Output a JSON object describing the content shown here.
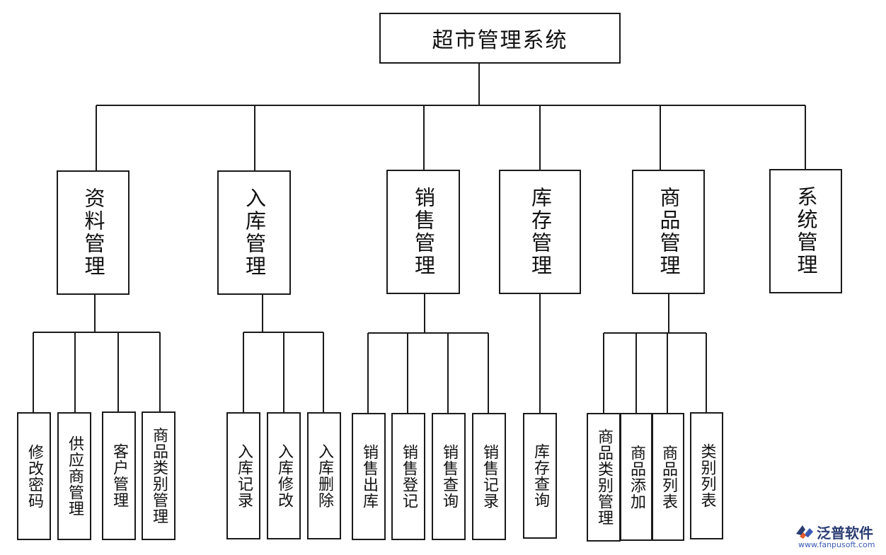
{
  "root": {
    "label": "超市管理系统"
  },
  "modules": [
    {
      "label": "资料管理",
      "children": [
        "修改密码",
        "供应商管理",
        "客户管理",
        "商品类别管理"
      ]
    },
    {
      "label": "入库管理",
      "children": [
        "入库记录",
        "入库修改",
        "入库删除"
      ]
    },
    {
      "label": "销售管理",
      "children": [
        "销售出库",
        "销售登记",
        "销售查询",
        "销售记录"
      ]
    },
    {
      "label": "库存管理",
      "children": [
        "库存查询"
      ]
    },
    {
      "label": "商品管理",
      "children": [
        "商品类别管理",
        "商品添加",
        "商品列表",
        "类别列表"
      ]
    },
    {
      "label": "系统管理",
      "children": []
    }
  ],
  "watermark": {
    "name": "泛普软件",
    "url": "www.fanpusoft.com",
    "colors": [
      "#2b3d73",
      "#3c5ab4",
      "#e05a2b"
    ]
  }
}
